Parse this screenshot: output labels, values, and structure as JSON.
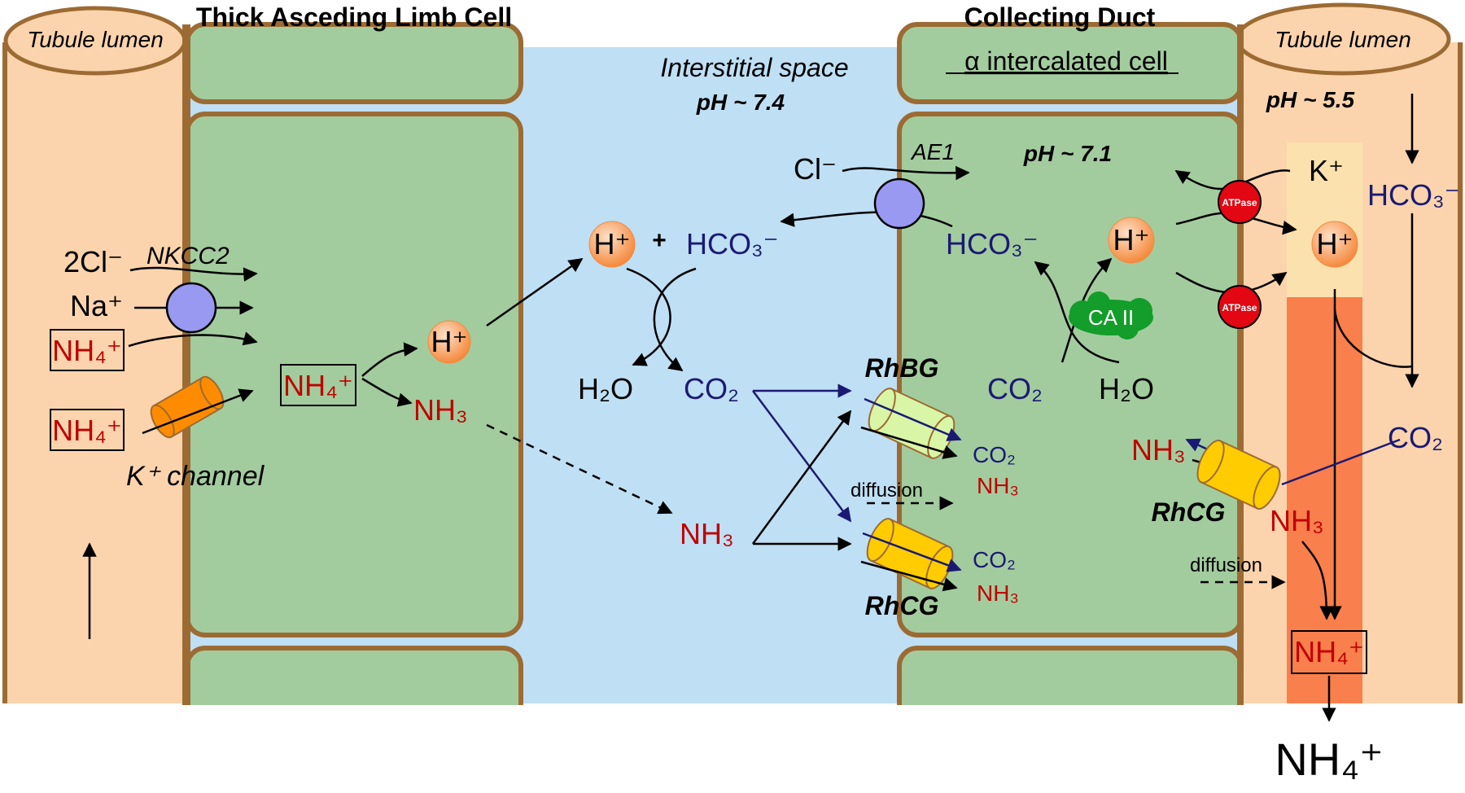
{
  "headings": {
    "tal": "Thick Asceding Limb Cell",
    "cd": "Collecting Duct"
  },
  "lumen": {
    "left_label": "Tubule lumen",
    "right_label": "Tubule lumen",
    "right_ph": "pH ~ 5.5"
  },
  "interstitium": {
    "label": "Interstitial space",
    "ph": "pH ~ 7.4"
  },
  "intercalated": {
    "label": "α intercalated cell",
    "ph": "pH ~ 7.1"
  },
  "tal_cell": {
    "two_cl": "2Cl⁻",
    "na": "Na⁺",
    "nkcc2": "NKCC2",
    "nh4_a": "NH₄⁺",
    "nh4_b": "NH₄⁺",
    "k_channel": "K⁺ channel",
    "nh4_cell": "NH₄⁺",
    "h": "H⁺",
    "nh3": "NH₃"
  },
  "interstitial_species": {
    "h": "H⁺",
    "plus": "+",
    "hco3": "HCO₃⁻",
    "h2o": "H₂O",
    "co2": "CO₂",
    "nh3": "NH₃",
    "diffusion": "diffusion",
    "rhbg": "RhBG",
    "rhcg": "RhCG",
    "rhbg_co2": "CO₂",
    "rhbg_nh3": "NH₃",
    "rhcg_co2": "CO₂",
    "rhcg_nh3": "NH₃"
  },
  "cd_cell": {
    "cl": "Cl⁻",
    "ae1": "AE1",
    "hco3": "HCO₃⁻",
    "h": "H⁺",
    "co2": "CO₂",
    "h2o": "H₂O",
    "ca2": "CA II",
    "atpase_1": "ATPase",
    "atpase_2": "ATPase",
    "k": "K⁺",
    "h_lumen": "H⁺",
    "hco3_lumen": "HCO₃⁻",
    "co2_lumen": "CO₂",
    "nh3_cell": "NH₃",
    "rhcg": "RhCG",
    "nh3_lumen": "NH₃",
    "diffusion": "diffusion",
    "nh4_lumen": "NH₄⁺",
    "nh4_out": "NH₄⁺"
  },
  "colors": {
    "lumen": "#fbd4ad",
    "lumen_light": "#fbe1ae",
    "lumen_channel": "#f97f4c",
    "interstitium": "#bfdff4",
    "cell": "#a3cc9e",
    "membrane": "#9c6b33",
    "transporter": "#9999f2",
    "atpase": "#e30613",
    "rhbg": "#d9f5a6",
    "rhcg": "#ffcc00",
    "k_channel": "#ff8c00",
    "ca2": "#139d2a",
    "species_red": "#c00000",
    "species_blue": "#1a1a73"
  }
}
